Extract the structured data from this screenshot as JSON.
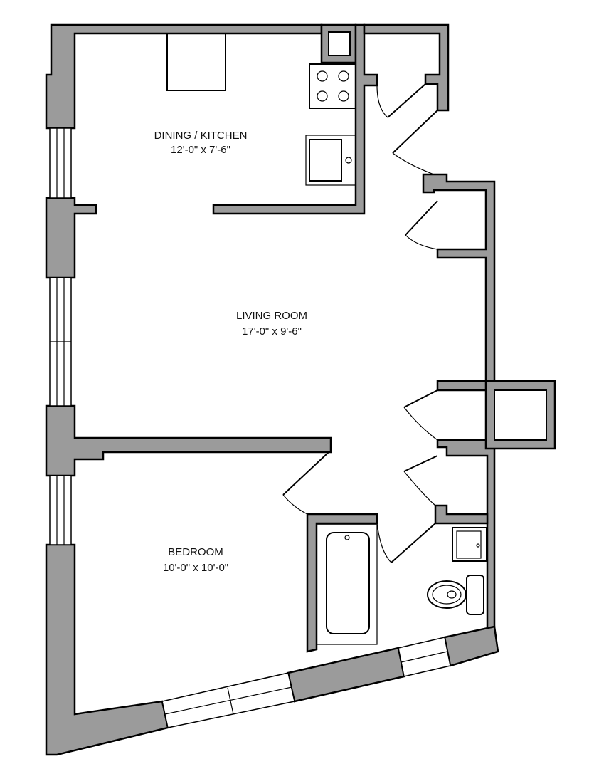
{
  "plan": {
    "wall_color": "#9b9b9b",
    "rooms": [
      {
        "name": "DINING / KITCHEN",
        "dimensions": "12'-0\" x 7'-6\""
      },
      {
        "name": "LIVING ROOM",
        "dimensions": "17'-0\" x 9'-6\""
      },
      {
        "name": "BEDROOM",
        "dimensions": "10'-0\" x 10'-0\""
      }
    ]
  }
}
